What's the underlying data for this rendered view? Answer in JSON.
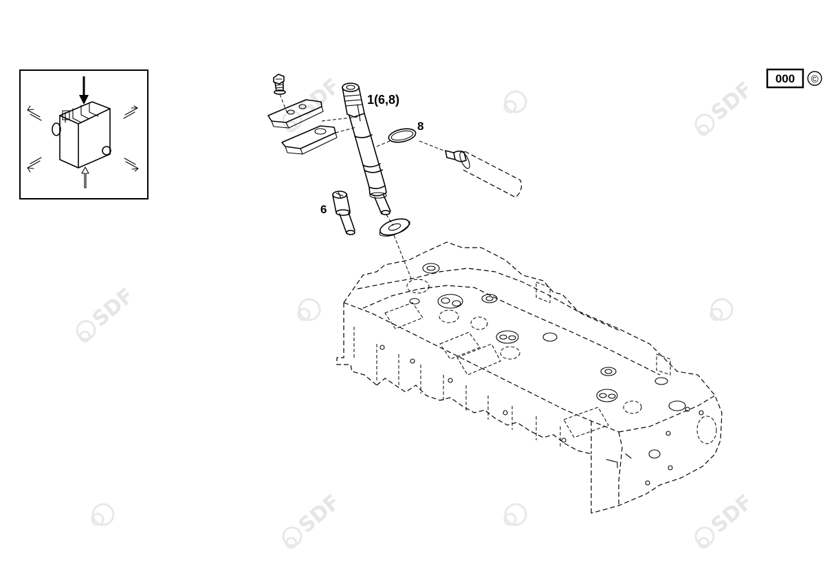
{
  "brand": {
    "watermark_text": "SDF"
  },
  "code_box": {
    "value": "000",
    "copyright_symbol": "©"
  },
  "callouts": {
    "main_part": "1(6,8)",
    "o_ring": "8",
    "bolt": "6"
  },
  "icons": {
    "orientation_view": "engine-orientation-icon",
    "sealant_tube": "sealant-tube-icon"
  }
}
